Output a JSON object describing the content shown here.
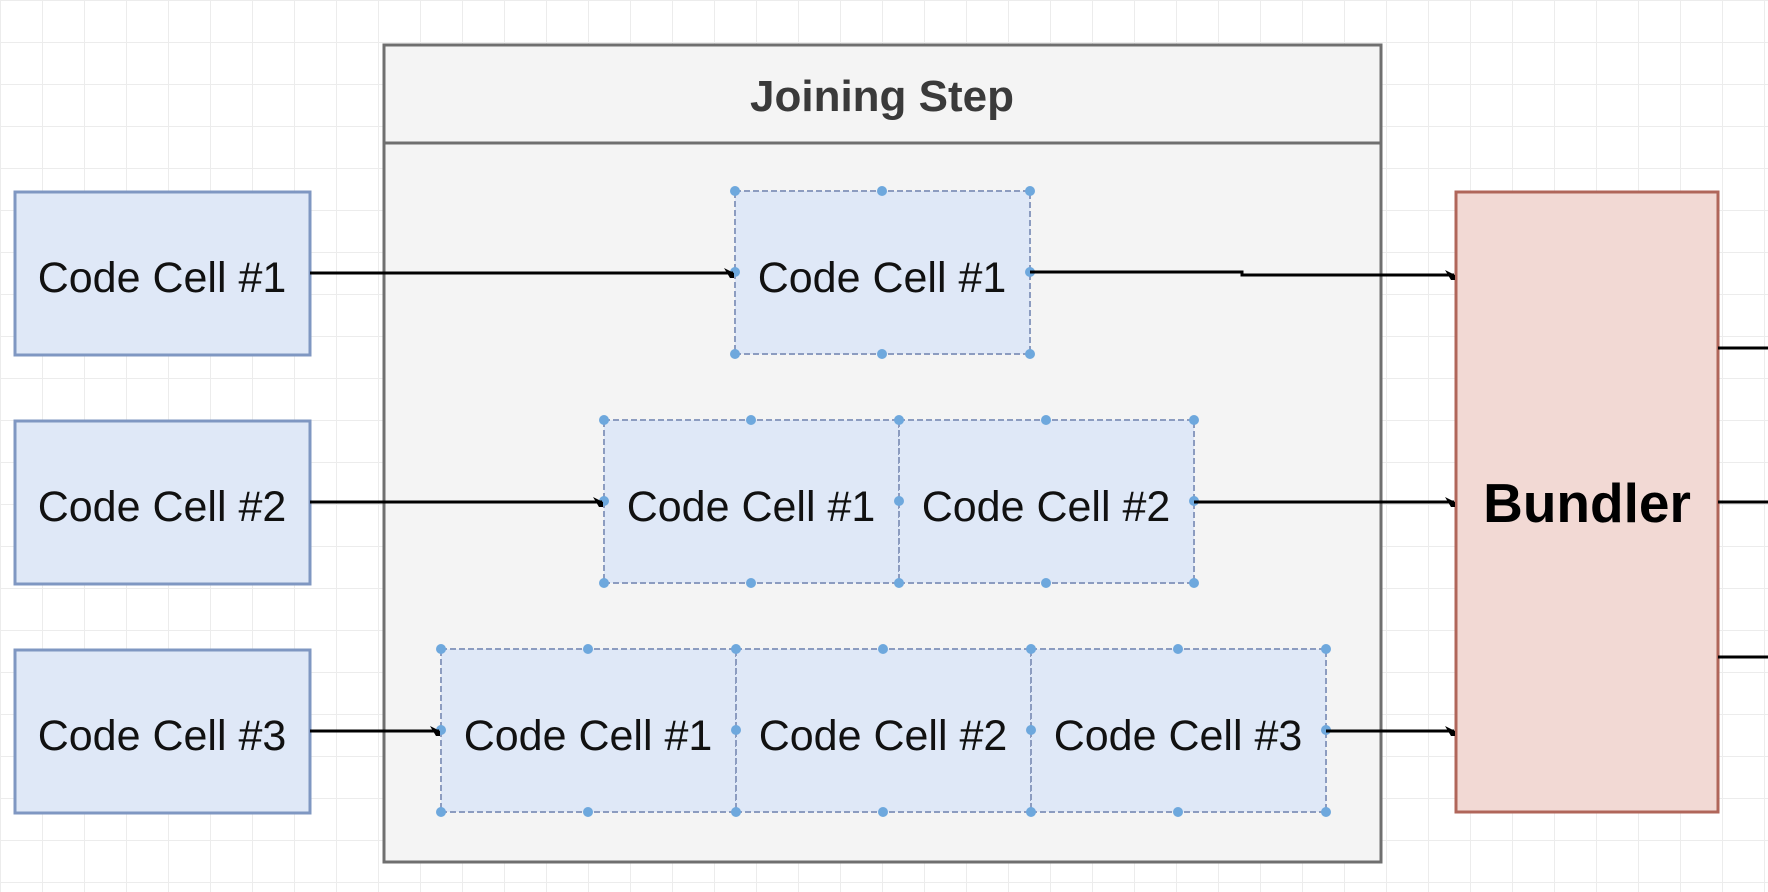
{
  "joining_step": {
    "title": "Joining Step"
  },
  "inputs": [
    {
      "label": "Code Cell #1"
    },
    {
      "label": "Code Cell #2"
    },
    {
      "label": "Code Cell #3"
    }
  ],
  "joined_rows": [
    {
      "cells": [
        "Code Cell #1"
      ]
    },
    {
      "cells": [
        "Code Cell #1",
        "Code Cell #2"
      ]
    },
    {
      "cells": [
        "Code Cell #1",
        "Code Cell #2",
        "Code Cell #3"
      ]
    }
  ],
  "bundler": {
    "label": "Bundler"
  },
  "colors": {
    "cell_fill": "#dfe8f7",
    "cell_stroke": "#7f97c2",
    "selection_handle": "#6ea8dd",
    "container_fill": "#f4f4f4",
    "container_stroke": "#6f6f6f",
    "bundler_fill": "#f2d9d4",
    "bundler_stroke": "#b0665a",
    "arrow": "#000000"
  }
}
